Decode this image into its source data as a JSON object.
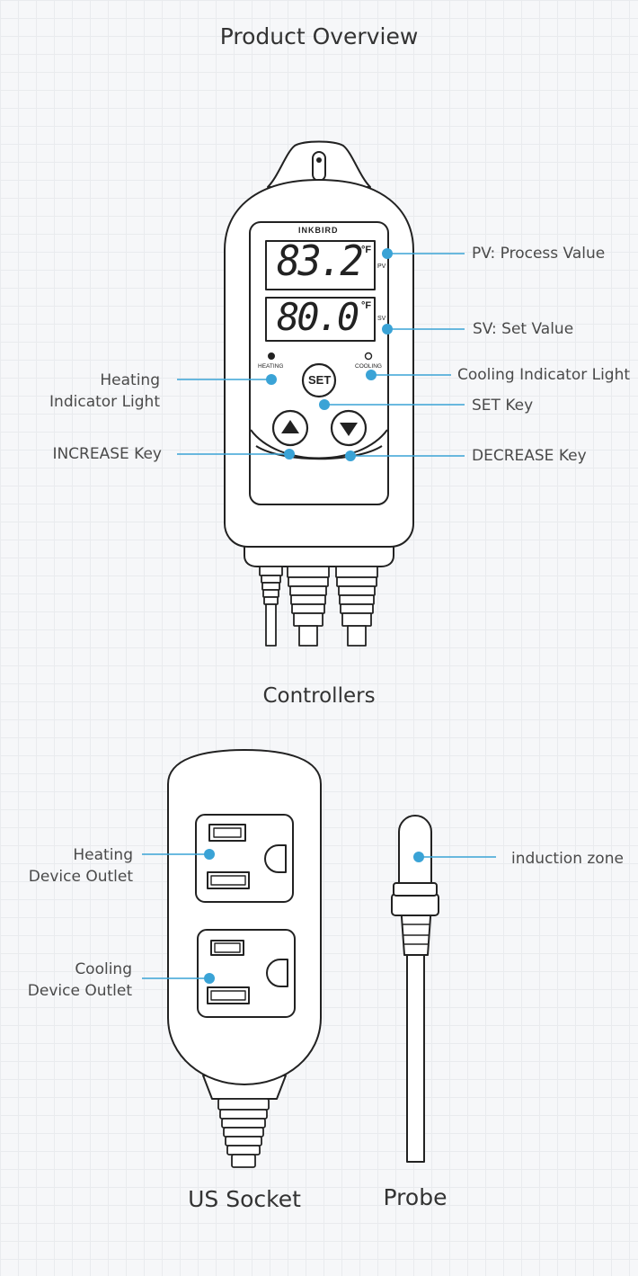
{
  "headings": {
    "title": "Product Overview",
    "controllers": "Controllers",
    "us_socket": "US Socket",
    "probe": "Probe"
  },
  "controller": {
    "brand": "INKBIRD",
    "pv_display": "83.2",
    "sv_display": "80.0",
    "unit": "°F",
    "pv_tag": "PV",
    "sv_tag": "SV",
    "heating_tag": "HEATING",
    "cooling_tag": "COOLING",
    "set_label": "SET"
  },
  "callouts": {
    "pv": "PV: Process Value",
    "sv": "SV: Set Value",
    "heating_light_1": "Heating",
    "heating_light_2": "Indicator Light",
    "cooling_light": "Cooling Indicator Light",
    "set_key": "SET Key",
    "increase_key": "INCREASE Key",
    "decrease_key": "DECREASE Key",
    "heating_outlet_1": "Heating",
    "heating_outlet_2": "Device Outlet",
    "cooling_outlet_1": "Cooling",
    "cooling_outlet_2": "Device Outlet",
    "induction_zone": "induction zone"
  },
  "colors": {
    "accent": "#3aa3d6",
    "line": "#222222"
  }
}
